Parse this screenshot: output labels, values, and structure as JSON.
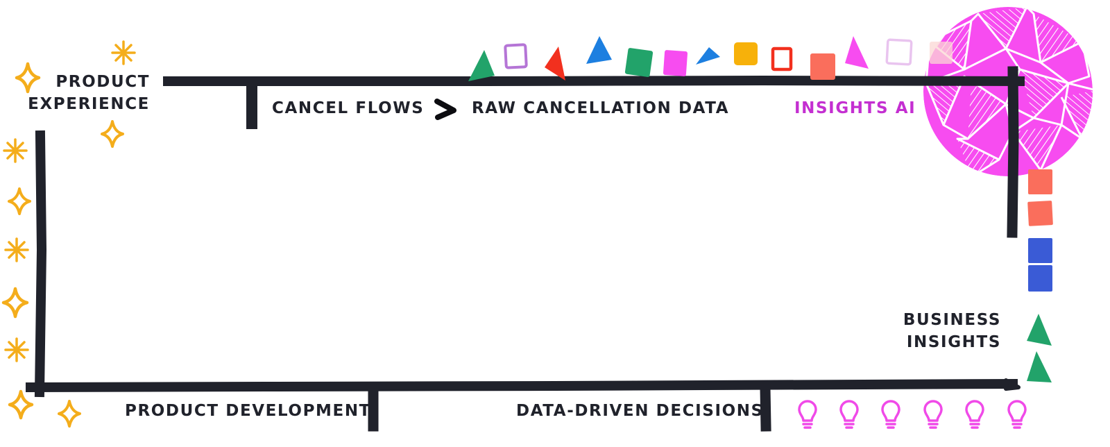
{
  "diagram": {
    "nodes": {
      "product_experience": [
        "PRODUCT",
        "EXPERIENCE"
      ],
      "cancel_flows": "CANCEL FLOWS",
      "raw_cancellation_data": "RAW CANCELLATION DATA",
      "insights_ai": "INSIGHTS AI",
      "business_insights": [
        "BUSINESS",
        "INSIGHTS"
      ],
      "data_driven_decisions": "DATA-DRIVEN DECISIONS",
      "product_development": "PRODUCT DEVELOPMENT"
    },
    "connector_symbol": ">",
    "colors": {
      "line": "#20222b",
      "text": "#20222b",
      "accent_ai": "#c42fd1",
      "sparkle": "#f4ad1b",
      "bulb": "#f04ae8",
      "pink": "#f74cf0",
      "green": "#22a36a",
      "blue": "#1d7fe0",
      "red": "#f2301e",
      "orange": "#f7b10a",
      "salmon": "#fa6e5c",
      "purple": "#b575d6",
      "navy": "#3a5bd6"
    },
    "icons": [
      "sparkle-icon",
      "asterisk-icon",
      "triangle-icon",
      "square-icon",
      "lightbulb-icon",
      "mosaic-globe-icon"
    ]
  }
}
